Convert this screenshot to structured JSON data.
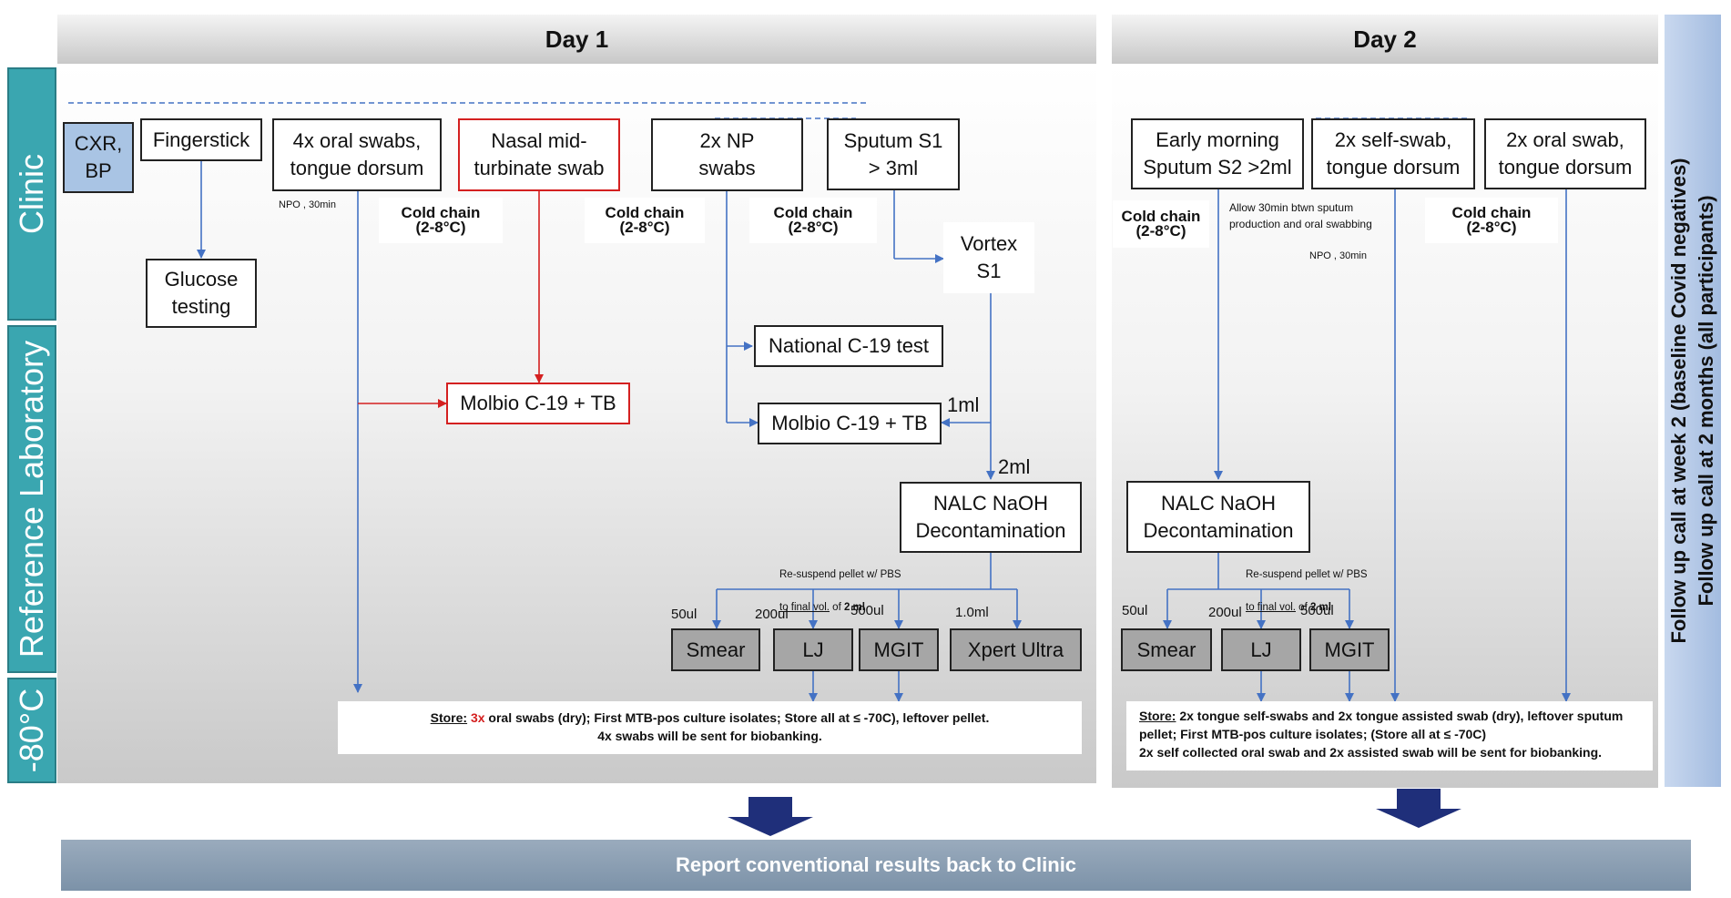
{
  "day1": {
    "title": "Day 1"
  },
  "day2": {
    "title": "Day 2"
  },
  "sections": {
    "clinic": "Clinic",
    "reference_lab": "Reference Laboratory",
    "freezer": "-80°C"
  },
  "d1": {
    "cxr_bp": "CXR,\nBP",
    "fingerstick": "Fingerstick",
    "glucose": "Glucose\ntesting",
    "oral_swabs": "4x oral swabs,\ntongue dorsum",
    "nasal": "Nasal mid-\nturbinate swab",
    "np_swabs": "2x NP\nswabs",
    "sputum_s1": "Sputum S1\n> 3ml",
    "vortex": "Vortex\nS1",
    "national": "National C-19 test",
    "molbio_left": "Molbio C-19 + TB",
    "molbio_right": "Molbio C-19 + TB",
    "nalc": "NALC NaOH\nDecontamination",
    "npo": "NPO , 30min",
    "cold1": "Cold chain\n(2-8°C)",
    "cold2": "Cold chain\n(2-8°C)",
    "cold3": "Cold chain\n(2-8°C)",
    "ml1": "1ml",
    "ml2": "2ml",
    "resuspend_a": "Re-suspend pellet w/ PBS",
    "resuspend_b": "to final  vol.",
    "resuspend_c": " of ",
    "resuspend_d": "2 ml",
    "v50": "50ul",
    "v200": "200ul",
    "v500": "500ul",
    "v1000": "1.0ml",
    "smear": "Smear",
    "lj": "LJ",
    "mgit": "MGIT",
    "xpert": "Xpert Ultra",
    "store_label": "Store:",
    "store_num": "3x",
    "store_rest": " oral swabs (dry); First MTB-pos culture isolates; Store all at ≤ -70C), leftover pellet.",
    "store_line2": "4x swabs will be sent for biobanking."
  },
  "d2": {
    "sputum_s2": "Early morning\nSputum S2 >2ml",
    "self_swab": "2x self-swab,\ntongue dorsum",
    "oral_swab": "2x oral swab,\ntongue dorsum",
    "cold1": "Cold chain\n(2-8°C)",
    "cold2": "Cold chain\n(2-8°C)",
    "allow": "Allow 30min btwn sputum\nproduction and oral swabbing",
    "npo": "NPO , 30min",
    "nalc": "NALC NaOH\nDecontamination",
    "resuspend_a": "Re-suspend pellet w/ PBS",
    "resuspend_b": "to final  vol.",
    "resuspend_c": " of ",
    "resuspend_d": "2 ml",
    "v50": "50ul",
    "v200": "200ul",
    "v500": "500ul",
    "smear": "Smear",
    "lj": "LJ",
    "mgit": "MGIT",
    "store_label": "Store:",
    "store_rest": " 2x tongue self-swabs and 2x tongue assisted swab (dry), leftover sputum",
    "store_line2": "pellet; First MTB-pos culture isolates; (Store all at ≤ -70C)",
    "store_line3": "2x self collected oral swab and 2x assisted swab will be sent for biobanking."
  },
  "followup": "Follow up call at week 2 (baseline Covid negatives)\nFollow up call at 2 months (all participants)",
  "report": "Report conventional results back to Clinic",
  "colors": {
    "teal": "#3aa6b0",
    "blue_line": "#4472c4",
    "red_line": "#d42020",
    "arrow": "#1f2f7a",
    "report_bar": "#8499ae"
  }
}
